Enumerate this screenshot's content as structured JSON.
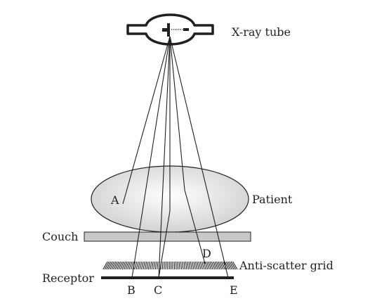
{
  "labels": {
    "xray_tube": "X-ray tube",
    "patient": "Patient",
    "couch": "Couch",
    "grid": "Anti-scatter grid",
    "receptor": "Receptor",
    "point_a": "A",
    "point_b": "B",
    "point_c": "C",
    "point_d": "D",
    "point_e": "E"
  },
  "colors": {
    "ink": "#231f20",
    "couch_fill": "#c8c8c8",
    "patient_center": "#ffffff",
    "patient_edge": "#cfcfcf"
  }
}
